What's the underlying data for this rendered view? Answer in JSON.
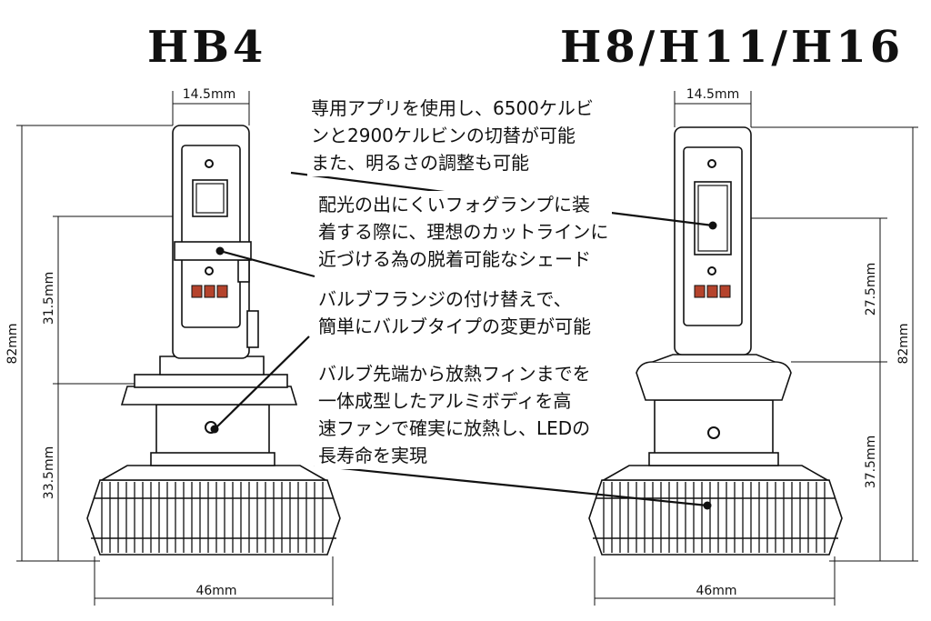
{
  "titles": {
    "left": "HB4",
    "right": "H8/H11/H16"
  },
  "dimensions": {
    "left": {
      "top_width": "14.5mm",
      "total_height": "82mm",
      "upper_height": "31.5mm",
      "lower_height": "33.5mm",
      "base_width": "46mm"
    },
    "right": {
      "top_width": "14.5mm",
      "total_height": "82mm",
      "upper_height": "27.5mm",
      "lower_height": "37.5mm",
      "base_width": "46mm"
    }
  },
  "callouts": {
    "app_color": [
      "専用アプリを使用し、6500ケルビ",
      "ンと2900ケルビンの切替が可能",
      "また、明るさの調整も可能"
    ],
    "shade": [
      "配光の出にくいフォグランプに装",
      "着する際に、理想のカットラインに",
      "近づける為の脱着可能なシェード"
    ],
    "flange": [
      "バルブフランジの付け替えで、",
      "簡単にバルブタイプの変更が可能"
    ],
    "fins": [
      "バルブ先端から放熱フィンまでを",
      "一体成型したアルミボディを高",
      "速ファンで確実に放熱し、LEDの",
      "長寿命を実現"
    ]
  },
  "colors": {
    "ink": "#111111",
    "led_chip": "#b5432c",
    "led_die": "#1e1e1e"
  }
}
